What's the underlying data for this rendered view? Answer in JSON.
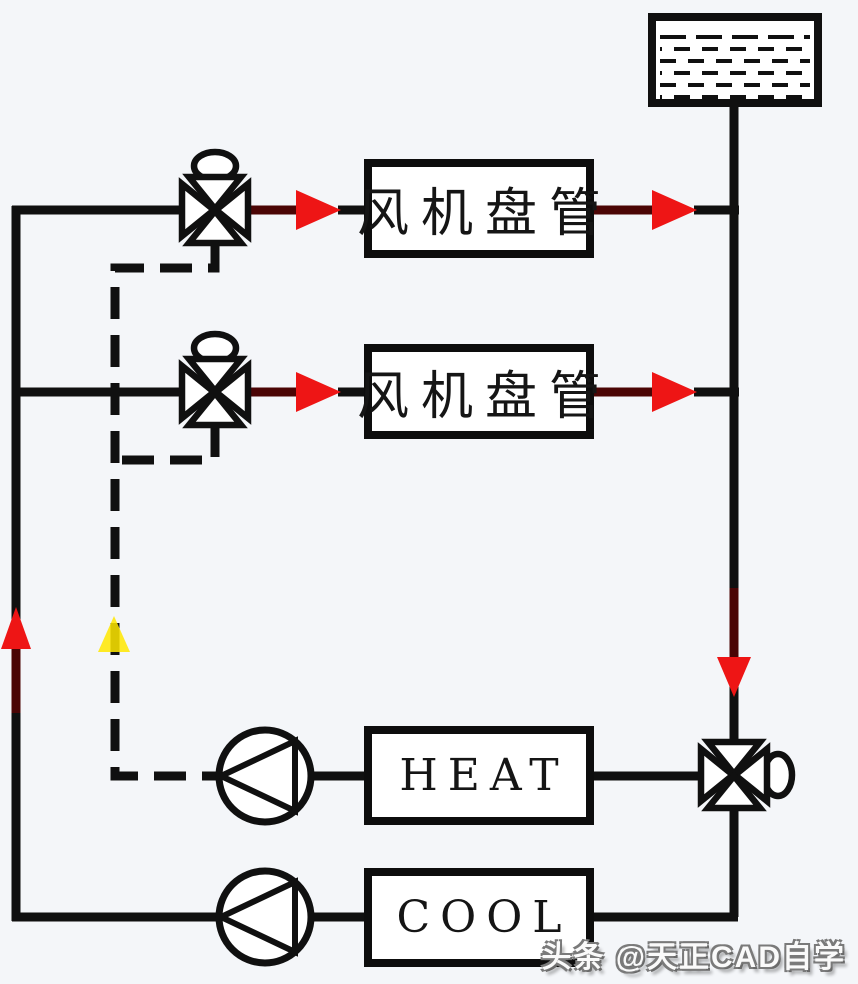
{
  "labels": {
    "fan_coil_1": "风机盘管",
    "fan_coil_2": "风机盘管",
    "heat_source": "HEAT",
    "cool_source": "COOL"
  },
  "watermark": "头条 @天正CAD自学",
  "colors": {
    "background": "#f4f6f9",
    "pipe_black": "#101010",
    "pipe_dark_red": "#4b0505",
    "flow_arrow_red": "#ee1515",
    "signal_arrow_yellow": "#ffe800",
    "box_fill": "#ffffff"
  },
  "icons": {
    "three_way_valve": "cross-of-four-hollow-triangles-with-actuator-dome",
    "pump": "circle-with-left-pointing-inscribed-triangle",
    "water_tank": "rectangle-with-dashed-water-hatching",
    "flow_arrow": "solid-filled-triangle",
    "control_line": "thick-dashed-line"
  }
}
